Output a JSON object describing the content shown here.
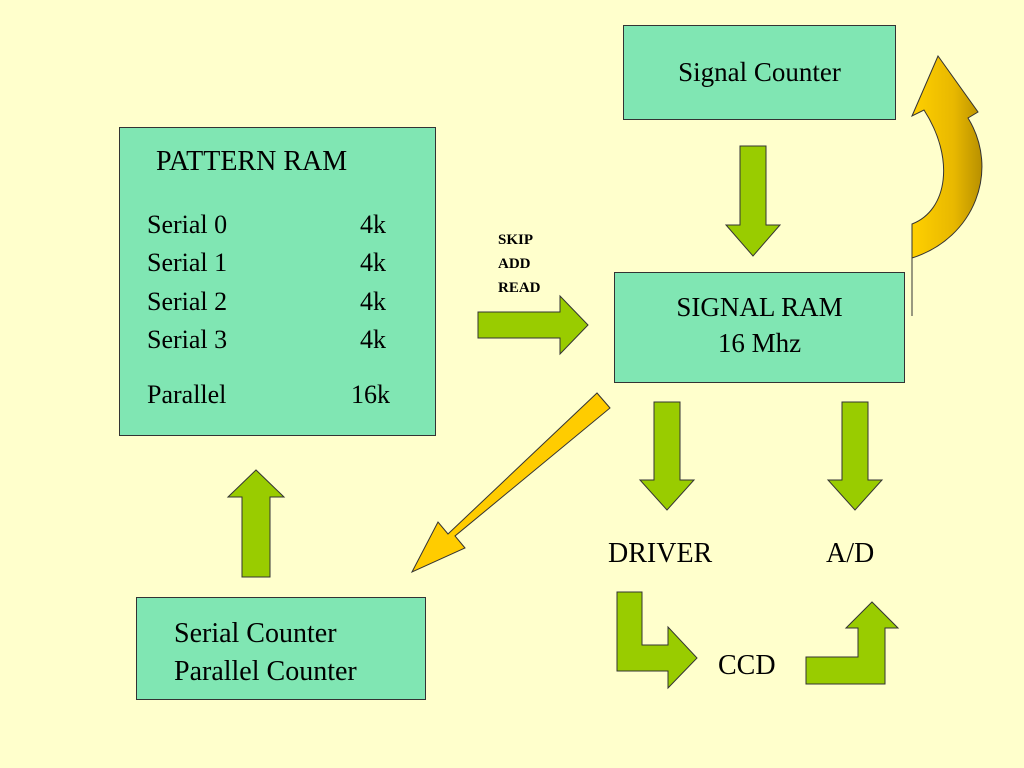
{
  "colors": {
    "background": "#ffffcc",
    "box_fill": "#80e6b3",
    "green_arrow": "#99cc00",
    "yellow_arrow": "#ffcc00"
  },
  "pattern_ram": {
    "title": "PATTERN RAM",
    "rows": [
      {
        "label": "Serial 0",
        "size": "4k"
      },
      {
        "label": "Serial 1",
        "size": "4k"
      },
      {
        "label": "Serial 2",
        "size": "4k"
      },
      {
        "label": "Serial 3",
        "size": "4k"
      },
      {
        "label": "Parallel",
        "size": "16k"
      }
    ]
  },
  "signal_counter": {
    "label": "Signal Counter"
  },
  "signal_ram": {
    "line1": "SIGNAL RAM",
    "line2": "16 Mhz"
  },
  "commands": [
    "SKIP",
    "ADD",
    "READ"
  ],
  "serial_counter": {
    "line1": "Serial Counter",
    "line2": "Parallel Counter"
  },
  "driver": "DRIVER",
  "ad": "A/D",
  "ccd": "CCD"
}
